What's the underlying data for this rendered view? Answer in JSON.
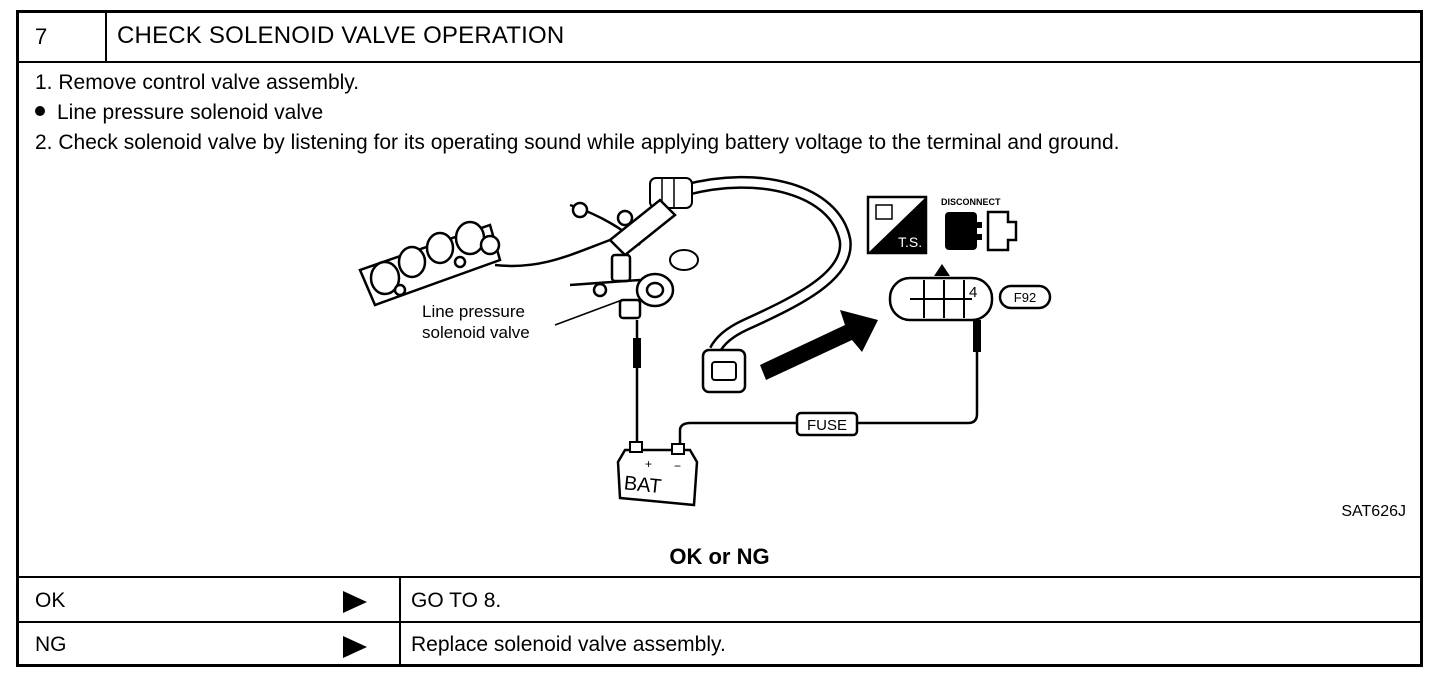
{
  "header": {
    "step_number": "7",
    "title": "CHECK SOLENOID VALVE OPERATION"
  },
  "instructions": {
    "line1": "1.  Remove control valve assembly.",
    "bullet": "Line pressure solenoid valve",
    "line2": "2.  Check solenoid valve by listening for its operating sound while applying battery voltage to the terminal and ground."
  },
  "diagram": {
    "valve_label_line1": "Line pressure",
    "valve_label_line2": "solenoid valve",
    "ts_label": "T.S.",
    "disconnect_label": "DISCONNECT",
    "terminal_number": "4",
    "connector_id": "F92",
    "fuse_label": "FUSE",
    "battery_label": "BAT",
    "figure_code": "SAT626J"
  },
  "result_prompt": "OK or NG",
  "results": [
    {
      "condition": "OK",
      "action": "GO TO 8."
    },
    {
      "condition": "NG",
      "action": "Replace solenoid valve assembly."
    }
  ]
}
